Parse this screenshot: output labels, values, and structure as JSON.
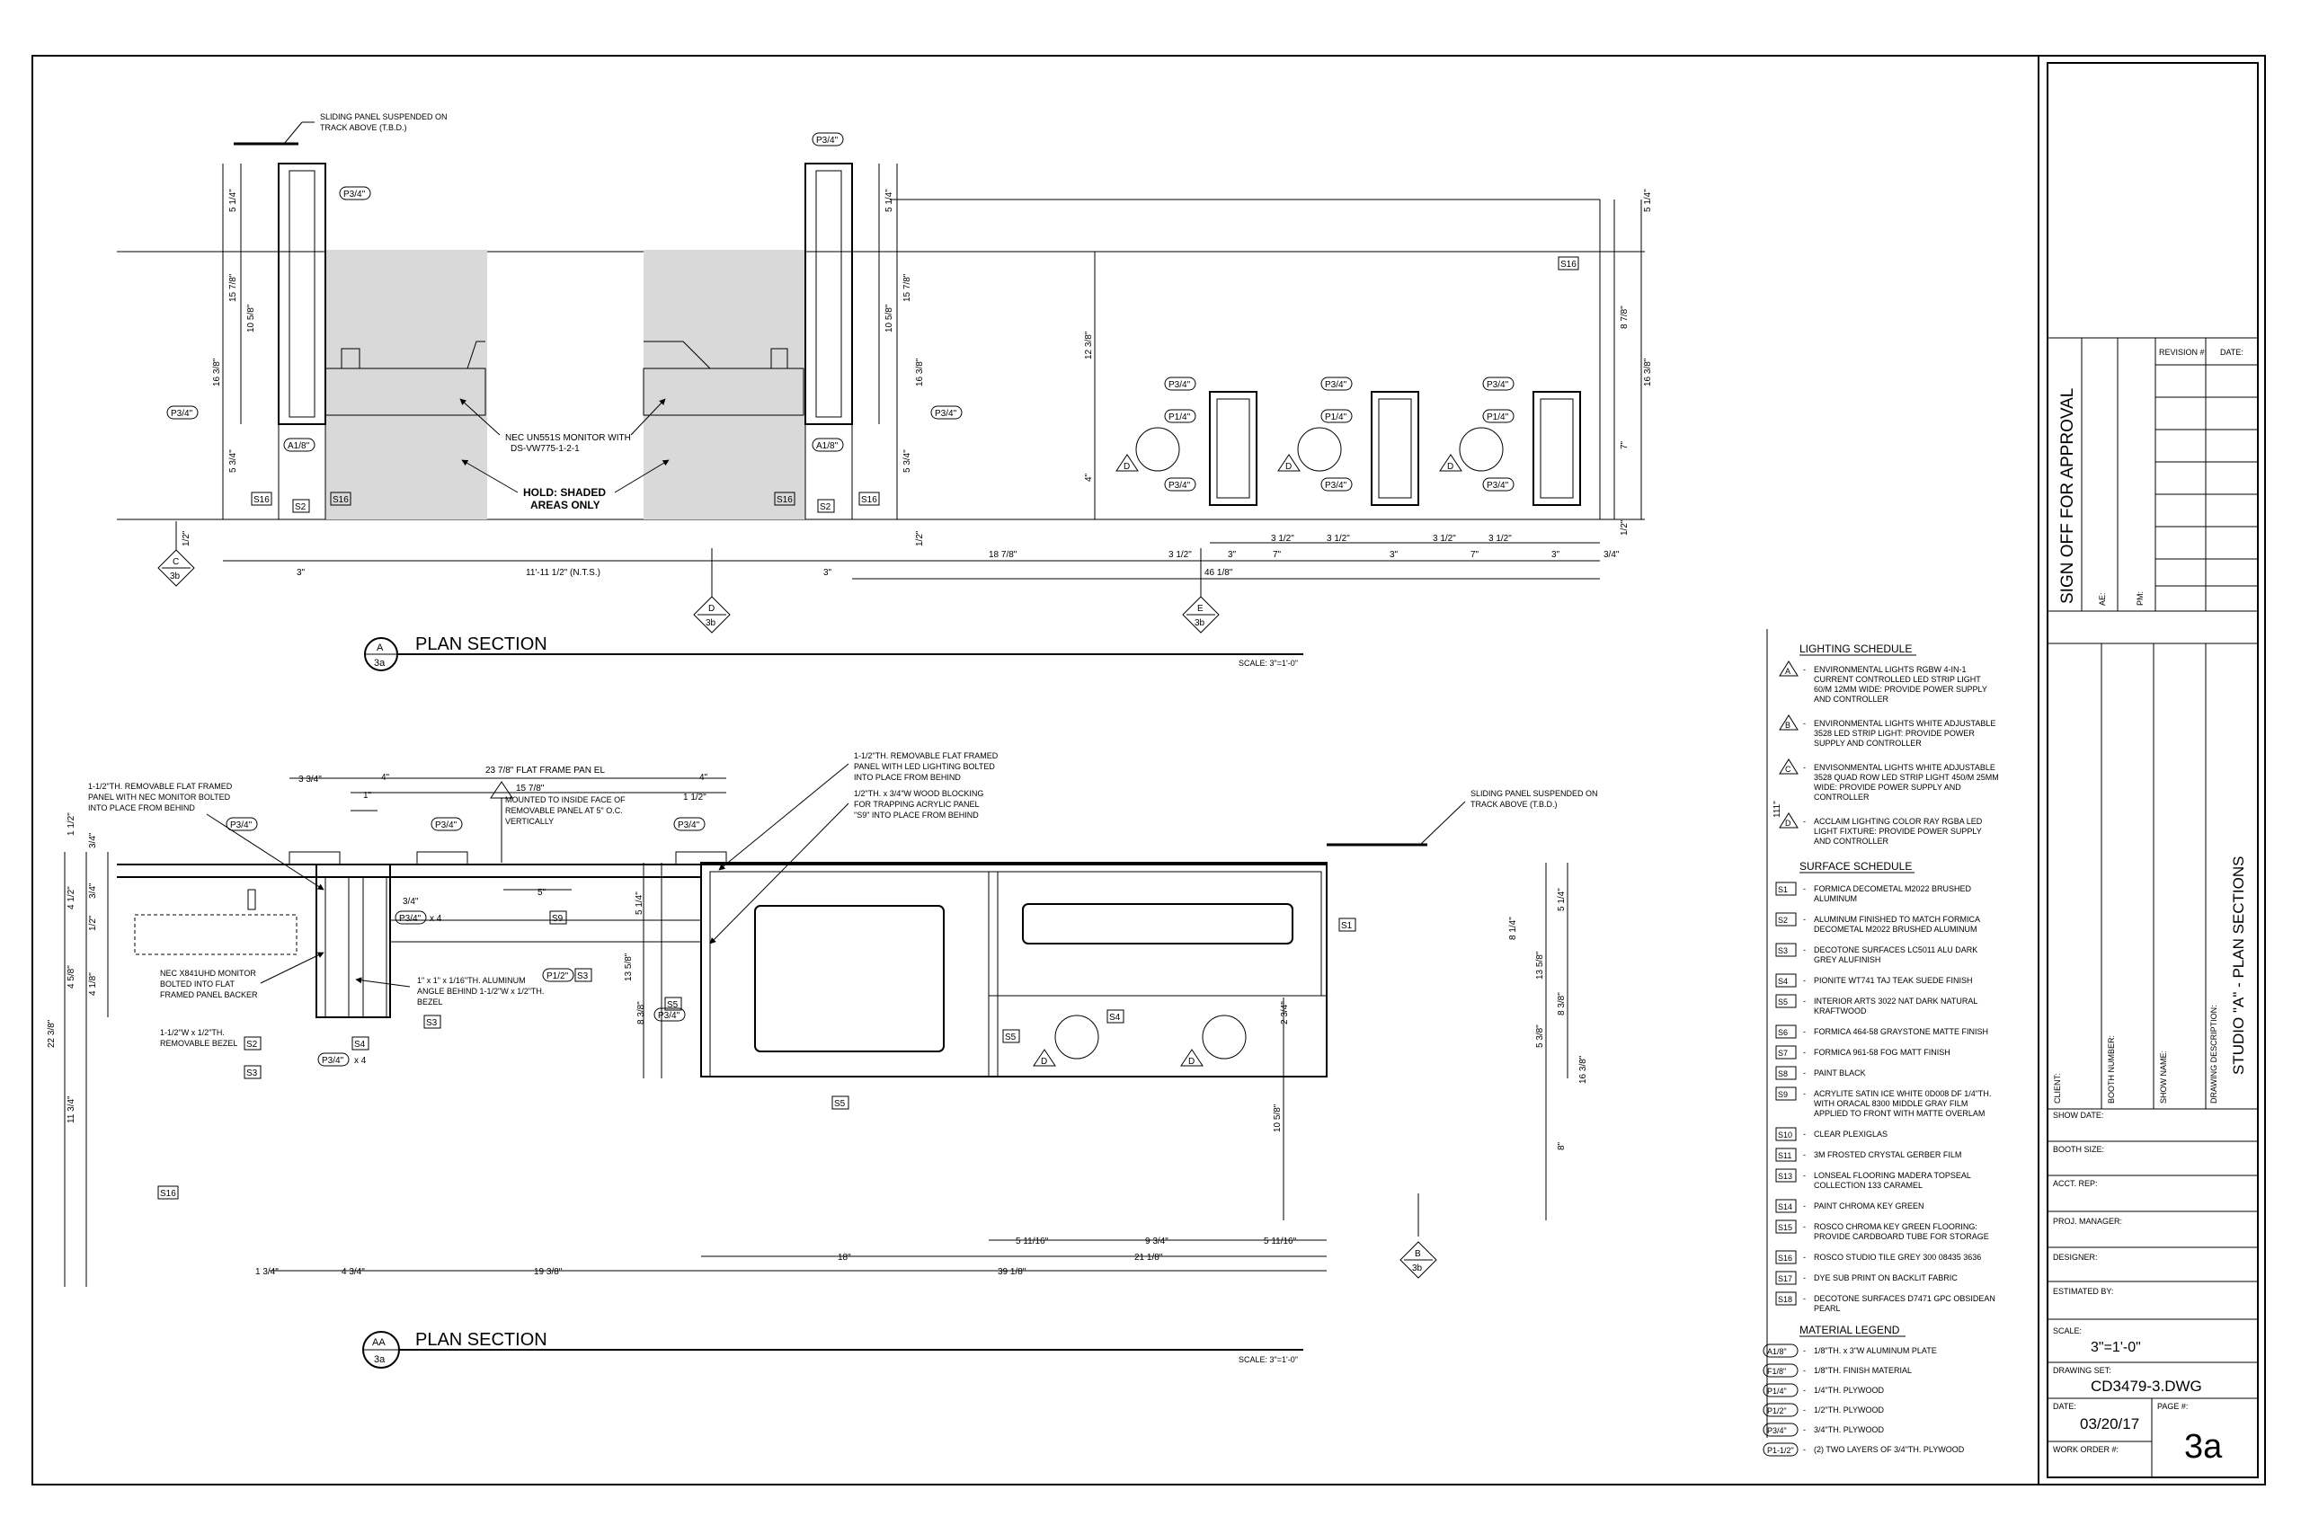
{
  "drawing": {
    "section_a": {
      "title": "PLAN SECTION",
      "bubble_top": "A",
      "bubble_bottom": "3a",
      "scale": "SCALE: 3\"=1'-0\"",
      "notes": {
        "sliding_panel_1": "SLIDING PANEL SUSPENDED ON",
        "sliding_panel_2": "TRACK ABOVE (T.B.D.)",
        "monitor_1": "NEC UN551S MONITOR WITH",
        "monitor_2": "DS-VW775-1-2-1",
        "hold_1": "HOLD: SHADED",
        "hold_2": "AREAS ONLY"
      },
      "tags": {
        "p34": "P3/4\"",
        "p14": "P1/4\"",
        "a18": "A1/8\"",
        "s16": "S16",
        "s2": "S2",
        "d": "D"
      },
      "dims": {
        "d3": "3\"",
        "d_nts": "11'-11 1/2\" (N.T.S.)",
        "d18_78": "18 7/8\"",
        "d3_12": "3 1/2\"",
        "d7": "7\"",
        "d34": "3/4\"",
        "d46_18": "46 1/8\"",
        "d5_14": "5 1/4\"",
        "d15_78": "15 7/8\"",
        "d10_58": "10 5/8\"",
        "d16_38": "16 3/8\"",
        "d5_34": "5 3/4\"",
        "d12": "1/2\"",
        "d12_38": "12 3/8\"",
        "d4": "4\"",
        "d8_78": "8 7/8\""
      },
      "cuts": {
        "c_top": "C",
        "c_bot": "3b",
        "d_top": "D",
        "d_bot": "3b",
        "e_top": "E",
        "e_bot": "3b"
      }
    },
    "section_aa": {
      "title": "PLAN SECTION",
      "bubble_top": "AA",
      "bubble_bottom": "3a",
      "scale": "SCALE: 3\"=1'-0\"",
      "notes": {
        "n1_1": "1-1/2\"TH. REMOVABLE FLAT FRAMED",
        "n1_2": "PANEL WITH NEC MONITOR BOLTED",
        "n1_3": "INTO PLACE FROM BEHIND",
        "n2_1": "MOUNTED TO INSIDE FACE OF",
        "n2_2": "REMOVABLE PANEL AT 5\" O.C.",
        "n2_3": "VERTICALLY",
        "n3_1": "1-1/2\"TH. REMOVABLE FLAT FRAMED",
        "n3_2": "PANEL WITH LED LIGHTING BOLTED",
        "n3_3": "INTO PLACE FROM BEHIND",
        "n4_1": "1/2\"TH. x 3/4\"W WOOD BLOCKING",
        "n4_2": "FOR TRAPPING ACRYLIC PANEL",
        "n4_3": "\"S9\" INTO PLACE FROM BEHIND",
        "n5_1": "SLIDING PANEL SUSPENDED ON",
        "n5_2": "TRACK ABOVE (T.B.D.)",
        "n6_1": "NEC X841UHD MONITOR",
        "n6_2": "BOLTED INTO FLAT",
        "n6_3": "FRAMED PANEL BACKER",
        "n7_1": "1-1/2\"W x 1/2\"TH.",
        "n7_2": "REMOVABLE BEZEL",
        "n8_1": "1\" x 1\" x 1/16\"TH. ALUMINUM",
        "n8_2": "ANGLE BEHIND 1-1/2\"W x 1/2\"TH.",
        "n8_3": "BEZEL",
        "flat_frame": "23 7/8\" FLAT FRAME PAN EL"
      },
      "tags": {
        "p34": "P3/4\"",
        "p34x4": "P3/4\"",
        "x4": "x 4",
        "p12": "P1/2\"",
        "s1": "S1",
        "s2": "S2",
        "s3": "S3",
        "s4": "S4",
        "s5": "S5",
        "s9": "S9",
        "s16": "S16",
        "d": "D"
      },
      "dims": {
        "d3_34": "3 3/4\"",
        "d4": "4\"",
        "d15_78": "15 7/8\"",
        "d1": "1\"",
        "d1_12": "1 1/2\"",
        "d5": "5\"",
        "d34": "3/4\"",
        "d1_12b": "1 1/2\"",
        "d4_12": "4 1/2\"",
        "d12": "1/2\"",
        "d4_58": "4 5/8\"",
        "d4_18": "4 1/8\"",
        "d22_38": "22 3/8\"",
        "d11_34": "11 3/4\"",
        "d5_14": "5 1/4\"",
        "d13_58": "13 5/8\"",
        "d8_38": "8 3/8\"",
        "d2_34": "2 3/4\"",
        "d10_58": "10 5/8\"",
        "d8_14": "8 1/4\"",
        "d16_38": "16 3/8\"",
        "d5_38": "5 3/8\"",
        "d8": "8\"",
        "d111": "111\"",
        "d5_1116": "5 11/16\"",
        "d9_34": "9 3/4\"",
        "d18": "18\"",
        "d21_18": "21 1/8\"",
        "d1_34": "1 3/4\"",
        "d4_34": "4 3/4\"",
        "d19_38": "19 3/8\"",
        "d39_18": "39 1/8\""
      },
      "cuts": {
        "b_top": "B",
        "b_bot": "3b"
      }
    }
  },
  "schedules": {
    "lighting": {
      "heading": "LIGHTING SCHEDULE",
      "items": [
        {
          "tag": "A",
          "lines": [
            "ENVIRONMENTAL LIGHTS RGBW 4-IN-1",
            "CURRENT CONTROLLED LED STRIP LIGHT",
            "60/M 12MM WIDE: PROVIDE POWER SUPPLY",
            "AND CONTROLLER"
          ]
        },
        {
          "tag": "B",
          "lines": [
            "ENVIRONMENTAL LIGHTS WHITE ADJUSTABLE",
            "3528 LED STRIP LIGHT: PROVIDE POWER",
            "SUPPLY AND CONTROLLER"
          ]
        },
        {
          "tag": "C",
          "lines": [
            "ENVISONMENTAL LIGHTS WHITE ADJUSTABLE",
            "3528 QUAD ROW LED STRIP LIGHT 450/M 25MM",
            "WIDE: PROVIDE POWER SUPPLY AND",
            "CONTROLLER"
          ]
        },
        {
          "tag": "D",
          "lines": [
            "ACCLAIM LIGHTING COLOR RAY RGBA LED",
            "LIGHT FIXTURE: PROVIDE POWER SUPPLY",
            "AND CONTROLLER"
          ]
        }
      ]
    },
    "surface": {
      "heading": "SURFACE SCHEDULE",
      "items": [
        {
          "tag": "S1",
          "lines": [
            "FORMICA DECOMETAL M2022 BRUSHED",
            "ALUMINUM"
          ]
        },
        {
          "tag": "S2",
          "lines": [
            "ALUMINUM FINISHED TO MATCH FORMICA",
            "DECOMETAL M2022 BRUSHED ALUMINUM"
          ]
        },
        {
          "tag": "S3",
          "lines": [
            "DECOTONE SURFACES LC5011 ALU DARK",
            "GREY ALUFINISH"
          ]
        },
        {
          "tag": "S4",
          "lines": [
            "PIONITE WT741 TAJ TEAK SUEDE FINISH"
          ]
        },
        {
          "tag": "S5",
          "lines": [
            "INTERIOR ARTS 3022 NAT DARK NATURAL",
            "KRAFTWOOD"
          ]
        },
        {
          "tag": "S6",
          "lines": [
            "FORMICA 464-58 GRAYSTONE MATTE FINISH"
          ]
        },
        {
          "tag": "S7",
          "lines": [
            "FORMICA 961-58 FOG MATT FINISH"
          ]
        },
        {
          "tag": "S8",
          "lines": [
            "PAINT BLACK"
          ]
        },
        {
          "tag": "S9",
          "lines": [
            "ACRYLITE SATIN ICE WHITE 0D008 DF 1/4\"TH.",
            "WITH ORACAL 8300 MIDDLE GRAY FILM",
            "APPLIED TO FRONT WITH MATTE OVERLAM"
          ]
        },
        {
          "tag": "S10",
          "lines": [
            "CLEAR PLEXIGLAS"
          ]
        },
        {
          "tag": "S11",
          "lines": [
            "3M FROSTED CRYSTAL GERBER FILM"
          ]
        },
        {
          "tag": "S13",
          "lines": [
            "LONSEAL FLOORING MADERA TOPSEAL",
            "COLLECTION 133 CARAMEL"
          ]
        },
        {
          "tag": "S14",
          "lines": [
            "PAINT CHROMA KEY GREEN"
          ]
        },
        {
          "tag": "S15",
          "lines": [
            "ROSCO CHROMA KEY GREEN FLOORING:",
            "PROVIDE CARDBOARD TUBE FOR STORAGE"
          ]
        },
        {
          "tag": "S16",
          "lines": [
            "ROSCO STUDIO TILE GREY 300 08435 3636"
          ]
        },
        {
          "tag": "S17",
          "lines": [
            "DYE SUB PRINT ON BACKLIT FABRIC"
          ]
        },
        {
          "tag": "S18",
          "lines": [
            "DECOTONE SURFACES D7471 GPC OBSIDEAN",
            "PEARL"
          ]
        }
      ]
    },
    "material": {
      "heading": "MATERIAL LEGEND",
      "items": [
        {
          "tag": "A1/8\"",
          "lines": [
            "1/8\"TH. x 3\"W ALUMINUM PLATE"
          ]
        },
        {
          "tag": "F1/8\"",
          "lines": [
            "1/8\"TH. FINISH MATERIAL"
          ]
        },
        {
          "tag": "P1/4\"",
          "lines": [
            "1/4\"TH. PLYWOOD"
          ]
        },
        {
          "tag": "P1/2\"",
          "lines": [
            "1/2\"TH. PLYWOOD"
          ]
        },
        {
          "tag": "P3/4\"",
          "lines": [
            "3/4\"TH. PLYWOOD"
          ]
        },
        {
          "tag": "P1-1/2\"",
          "lines": [
            "(2) TWO LAYERS OF 3/4\"TH. PLYWOOD"
          ]
        }
      ]
    },
    "dash": "-"
  },
  "title_block": {
    "sign_off": "SIGN OFF FOR APPROVAL",
    "ae": "AE:",
    "pm": "PM:",
    "revision": "REVISION #:",
    "date_hdr": "DATE:",
    "client": "CLIENT:",
    "booth_number": "BOOTH NUMBER:",
    "show_name": "SHOW NAME:",
    "drawing_description": "DRAWING DESCRIPTION:",
    "description_value": "STUDIO \"A\" - PLAN SECTIONS",
    "show_date": "SHOW DATE:",
    "booth_size": "BOOTH SIZE:",
    "acct_rep": "ACCT. REP:",
    "proj_manager": "PROJ. MANAGER:",
    "designer": "DESIGNER:",
    "estimated_by": "ESTIMATED BY:",
    "scale_label": "SCALE:",
    "scale_value": "3\"=1'-0\"",
    "drawing_set_label": "DRAWING SET:",
    "drawing_set_value": "CD3479-3.DWG",
    "date_label": "DATE:",
    "date_value": "03/20/17",
    "page_label": "PAGE #:",
    "page_value": "3a",
    "work_order": "WORK ORDER #:"
  }
}
